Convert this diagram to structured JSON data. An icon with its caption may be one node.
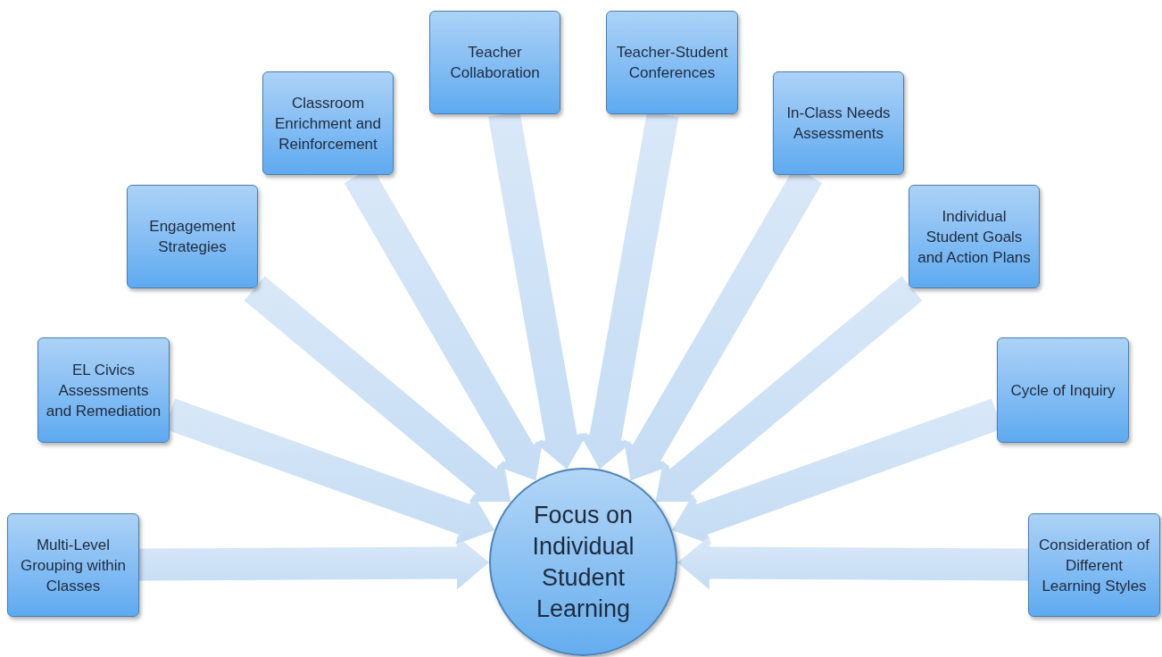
{
  "diagram": {
    "nodes": [
      {
        "text": [
          "Multi-Level Grouping within Classes"
        ]
      },
      {
        "text": [
          "EL Civics Assessments and Remediation"
        ]
      },
      {
        "text": [
          "Engagement Strategies"
        ]
      },
      {
        "text": [
          "Classroom Enrichment and Reinforcement"
        ]
      },
      {
        "text": [
          "Teacher Collaboration"
        ]
      },
      {
        "text": [
          "Teacher-Student Conferences"
        ]
      },
      {
        "text": [
          "In-Class Needs Assessments"
        ]
      },
      {
        "text": [
          "Individual Student Goals and Action Plans"
        ]
      },
      {
        "text": [
          "Cycle of Inquiry"
        ]
      },
      {
        "text": [
          "Consideration of Different Learning Styles"
        ]
      },
      {
        "text": [
          "Focus on Individual Student Learning"
        ]
      }
    ],
    "edges": [
      {
        "from": 0,
        "to": 10,
        "arrow": "to"
      },
      {
        "from": 1,
        "to": 10,
        "arrow": "to"
      },
      {
        "from": 2,
        "to": 10,
        "arrow": "to"
      },
      {
        "from": 3,
        "to": 10,
        "arrow": "to"
      },
      {
        "from": 4,
        "to": 10,
        "arrow": "to"
      },
      {
        "from": 5,
        "to": 10,
        "arrow": "to"
      },
      {
        "from": 6,
        "to": 10,
        "arrow": "to"
      },
      {
        "from": 7,
        "to": 10,
        "arrow": "to"
      },
      {
        "from": 8,
        "to": 10,
        "arrow": "to"
      },
      {
        "from": 9,
        "to": 10,
        "arrow": "to"
      }
    ]
  }
}
